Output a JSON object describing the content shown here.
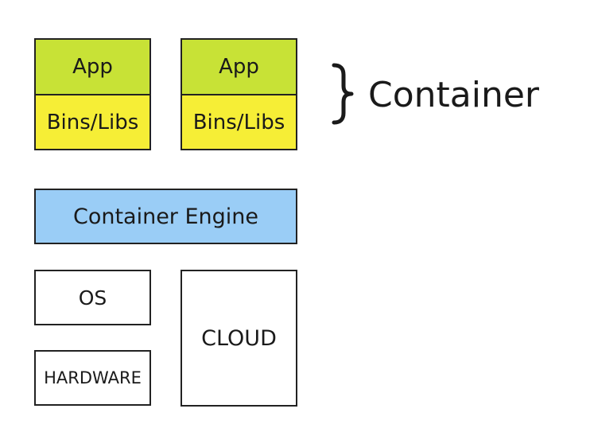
{
  "container_stack": [
    {
      "app_label": "App",
      "libs_label": "Bins/Libs"
    },
    {
      "app_label": "App",
      "libs_label": "Bins/Libs"
    }
  ],
  "container_group": {
    "label": "Container",
    "brace_icon": "right-curly-brace-icon"
  },
  "engine": {
    "label": "Container Engine"
  },
  "host": {
    "os_label": "OS",
    "hardware_label": "HARDWARE",
    "cloud_label": "CLOUD"
  },
  "colors": {
    "app": "#c8e236",
    "libs": "#f6ee36",
    "engine": "#9acdf6",
    "border": "#222222",
    "text": "#1a1a1a"
  }
}
